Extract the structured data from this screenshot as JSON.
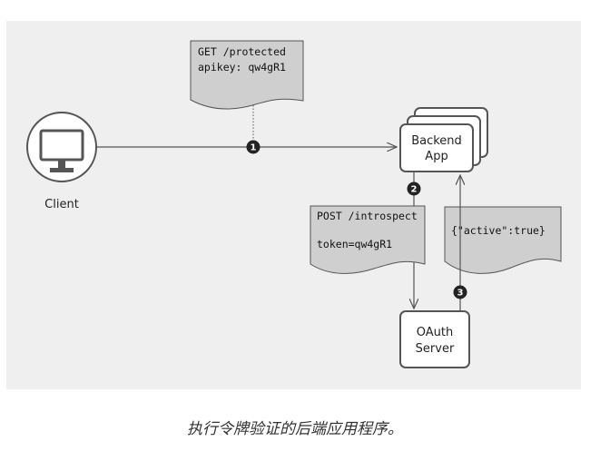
{
  "client": {
    "label": "Client"
  },
  "backend": {
    "line1": "Backend",
    "line2": "App"
  },
  "oauth": {
    "line1": "OAuth",
    "line2": "Server"
  },
  "request1": {
    "line1": "GET /protected",
    "line2": "apikey: qw4gR1",
    "step": "1"
  },
  "request2": {
    "line1": "POST /introspect",
    "line2": "token=qw4gR1",
    "step": "2"
  },
  "response3": {
    "line1": "{\"active\":true}",
    "step": "3"
  },
  "caption": "执行令牌验证的后端应用程序。",
  "colors": {
    "panel": "#efefef",
    "note": "#cfcfcf",
    "stroke": "#555555",
    "badge": "#222222"
  }
}
